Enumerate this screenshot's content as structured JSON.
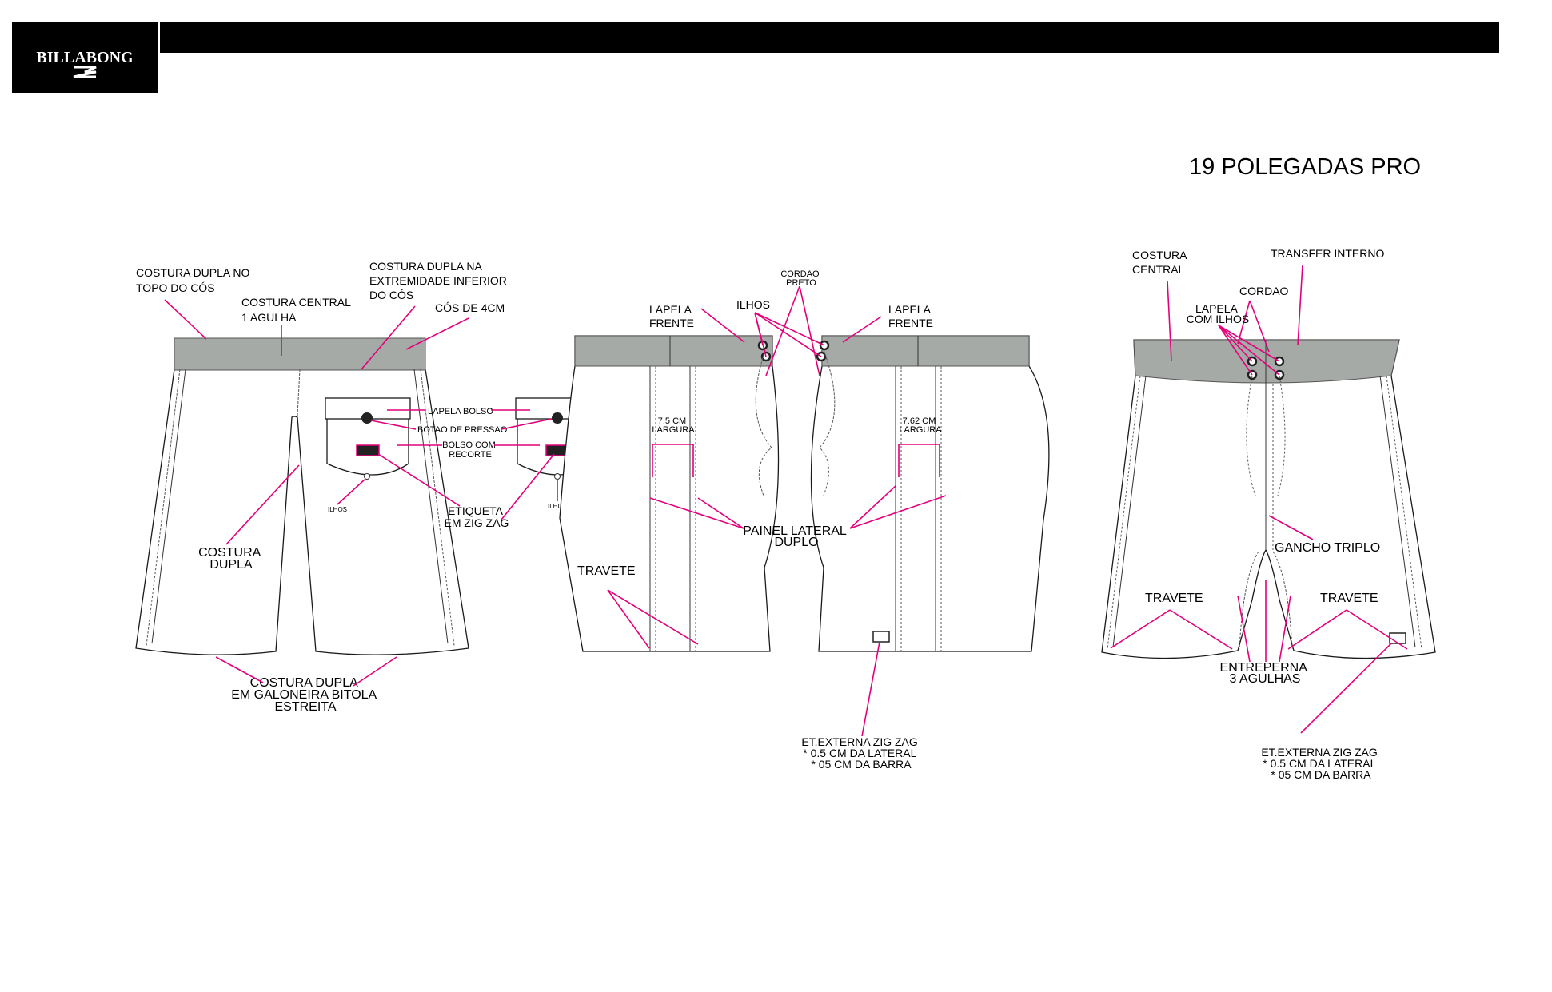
{
  "header": {
    "brand": "BILLABONG",
    "title": "19 POLEGADAS PRO"
  },
  "colors": {
    "accent": "#e4007c",
    "waistband": "#a6aaa6",
    "header_bar": "#000000"
  },
  "back_view": {
    "costura_dupla_topo": [
      "COSTURA DUPLA NO",
      "TOPO DO CÓS"
    ],
    "costura_central": [
      "COSTURA CENTRAL",
      "1 AGULHA"
    ],
    "costura_extremidade": [
      "COSTURA DUPLA NA",
      "EXTREMIDADE INFERIOR",
      "DO CÓS"
    ],
    "cos": "CÓS DE 4CM",
    "lapela_bolso": "LAPELA BOLSO",
    "botao": "BOTAO DE PRESSAO",
    "bolso_recorte": [
      "BOLSO COM",
      "RECORTE"
    ],
    "etiqueta": [
      "ETIQUETA",
      "EM ZIG ZAG"
    ],
    "ilhos_a": "ILHOS",
    "ilhos_b": "ILHOS",
    "costura_dupla": [
      "COSTURA",
      "DUPLA"
    ],
    "galoneira": [
      "COSTURA DUPLA",
      "EM GALONEIRA BITOLA",
      "ESTREITA"
    ]
  },
  "side_view": {
    "cordao_preto": [
      "CORDAO",
      "PRETO"
    ],
    "ilhos": "ILHOS",
    "lapela_frente_left": [
      "LAPELA",
      "FRENTE"
    ],
    "lapela_frente_right": [
      "LAPELA",
      "FRENTE"
    ],
    "largura_left": [
      "7.5 CM",
      "LARGURA"
    ],
    "largura_right": [
      "7.62 CM",
      "LARGURA"
    ],
    "painel_lateral": [
      "PAINEL LATERAL",
      "DUPLO"
    ],
    "travete": "TRAVETE",
    "et_externa": [
      "ET.EXTERNA ZIG ZAG",
      "* 0.5 CM DA LATERAL",
      "* 05 CM DA BARRA"
    ]
  },
  "front_view": {
    "costura_central": [
      "COSTURA",
      "CENTRAL"
    ],
    "transfer": "TRANSFER INTERNO",
    "cordao": "CORDAO",
    "lapela_ilhos": [
      "LAPELA",
      "COM ILHOS"
    ],
    "gancho": "GANCHO TRIPLO",
    "travete_left": "TRAVETE",
    "travete_right": "TRAVETE",
    "entreperna": [
      "ENTREPERNA",
      "3 AGULHAS"
    ],
    "et_externa": [
      "ET.EXTERNA ZIG ZAG",
      "* 0.5 CM DA LATERAL",
      "* 05 CM DA BARRA"
    ]
  }
}
